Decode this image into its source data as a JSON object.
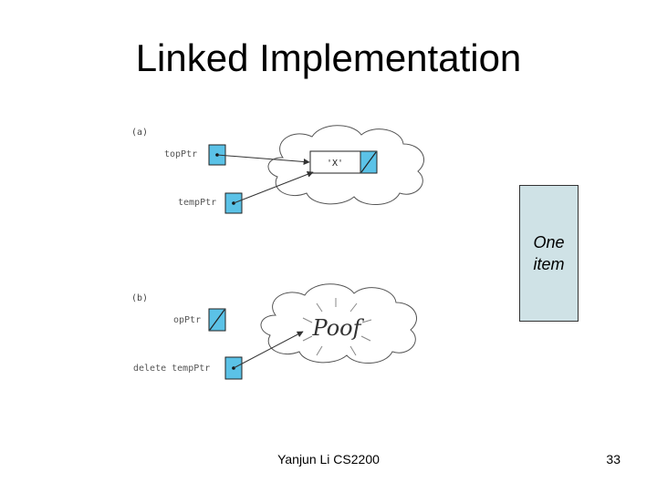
{
  "slide": {
    "title": "Linked Implementation",
    "footer_text": "Yanjun Li CS2200",
    "page_number": "33"
  },
  "figure": {
    "panel_a": {
      "label": "(a)",
      "top_ptr_label": "topPtr",
      "temp_ptr_label": "tempPtr",
      "node_value": "'X'"
    },
    "panel_b": {
      "label": "(b)",
      "top_ptr_label": "opPtr",
      "delete_label": "delete tempPtr",
      "poof_text": "Poof"
    },
    "colors": {
      "pointer_fill": "#5bc2e7",
      "callout_fill": "#cfe2e6"
    }
  },
  "callout": {
    "text": "One\nitem"
  }
}
